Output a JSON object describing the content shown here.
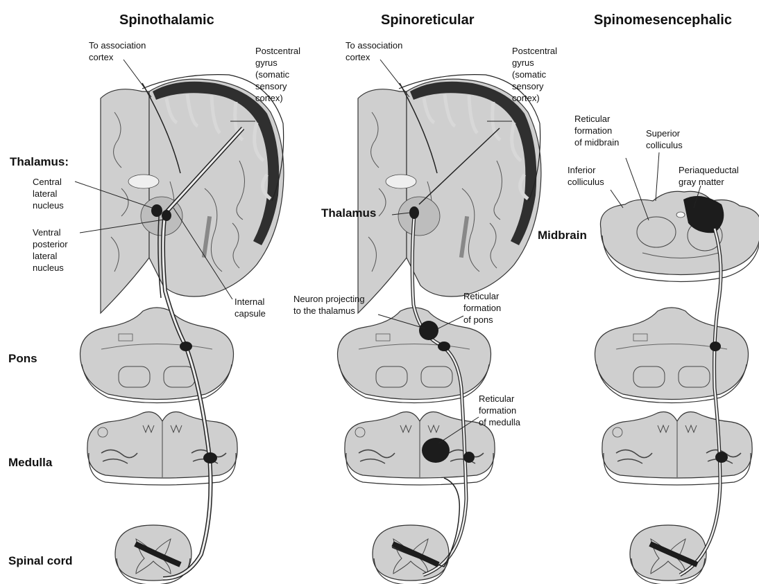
{
  "titles": {
    "spinothalamic": "Spinothalamic",
    "spinoreticular": "Spinoreticular",
    "spinomesencephalic": "Spinomesencephalic"
  },
  "levels": {
    "thalamus": "Thalamus:",
    "pons": "Pons",
    "medulla": "Medulla",
    "spinal_cord": "Spinal cord"
  },
  "panel1": {
    "to_association_cortex": [
      "To association",
      "cortex"
    ],
    "postcentral_gyrus": [
      "Postcentral",
      "gyrus",
      "(somatic",
      "sensory",
      "cortex)"
    ],
    "central_lateral_nucleus": [
      "Central",
      "lateral",
      "nucleus"
    ],
    "ventral_posterior_lateral_nucleus": [
      "Ventral",
      "posterior",
      "lateral",
      "nucleus"
    ],
    "internal_capsule": [
      "Internal",
      "capsule"
    ]
  },
  "panel2": {
    "to_association_cortex": [
      "To association",
      "cortex"
    ],
    "postcentral_gyrus": [
      "Postcentral",
      "gyrus",
      "(somatic",
      "sensory",
      "cortex)"
    ],
    "thalamus": "Thalamus",
    "neuron_projecting": [
      "Neuron projecting",
      "to the thalamus"
    ],
    "reticular_formation_pons": [
      "Reticular",
      "formation",
      "of pons"
    ],
    "reticular_formation_medulla": [
      "Reticular",
      "formation",
      "of medulla"
    ]
  },
  "panel3": {
    "reticular_formation_midbrain": [
      "Reticular",
      "formation",
      "of midbrain"
    ],
    "superior_colliculus": [
      "Superior",
      "colliculus"
    ],
    "inferior_colliculus": [
      "Inferior",
      "colliculus"
    ],
    "periaqueductal_gray": [
      "Periaqueductal",
      "gray matter"
    ],
    "midbrain": "Midbrain"
  },
  "colors": {
    "tissue": "#c9c9c9",
    "tissue_light": "#e2e2e2",
    "outline": "#333333",
    "cortex_dark": "#2e2e2e",
    "nucleus": "#1c1c1c"
  }
}
